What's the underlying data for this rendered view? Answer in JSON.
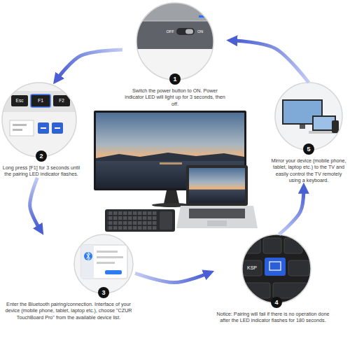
{
  "diagram": {
    "nodes": [
      {
        "text": [
          "1",
          "Switch the power button to ON. Power indicator LED will light up for 3 seconds, then off."
        ]
      },
      {
        "text": [
          "2",
          "Long press [F1] for 3 seconds until the pairing LED indicator flashes."
        ]
      },
      {
        "text": [
          "3",
          "Enter the Bluetooth pairing/connection. Interface of your device (mobile phone, tablet, laptop etc.), choose \"CZUR TouchBoard Pro\" from the available device list."
        ]
      },
      {
        "text": [
          "4",
          "Notice: Pairing will fail if there is no operation done after the LED indicator flashes for 180 seconds."
        ]
      },
      {
        "text": [
          "5",
          "Mirror your device (mobile phone, tablet, laptop etc.) to the TV and easily control the TV remotely using a keyboard."
        ]
      }
    ],
    "edges": [
      {
        "from": 0,
        "to": 1,
        "arrow": "to"
      },
      {
        "from": 1,
        "to": 2,
        "arrow": "to"
      },
      {
        "from": 2,
        "to": 3,
        "arrow": "to"
      },
      {
        "from": 3,
        "to": 4,
        "arrow": "to"
      },
      {
        "from": 4,
        "to": 0,
        "arrow": "to"
      }
    ],
    "labels": [
      "OFF",
      "ON",
      "Esc",
      "F1",
      "F2",
      "KSP"
    ]
  }
}
